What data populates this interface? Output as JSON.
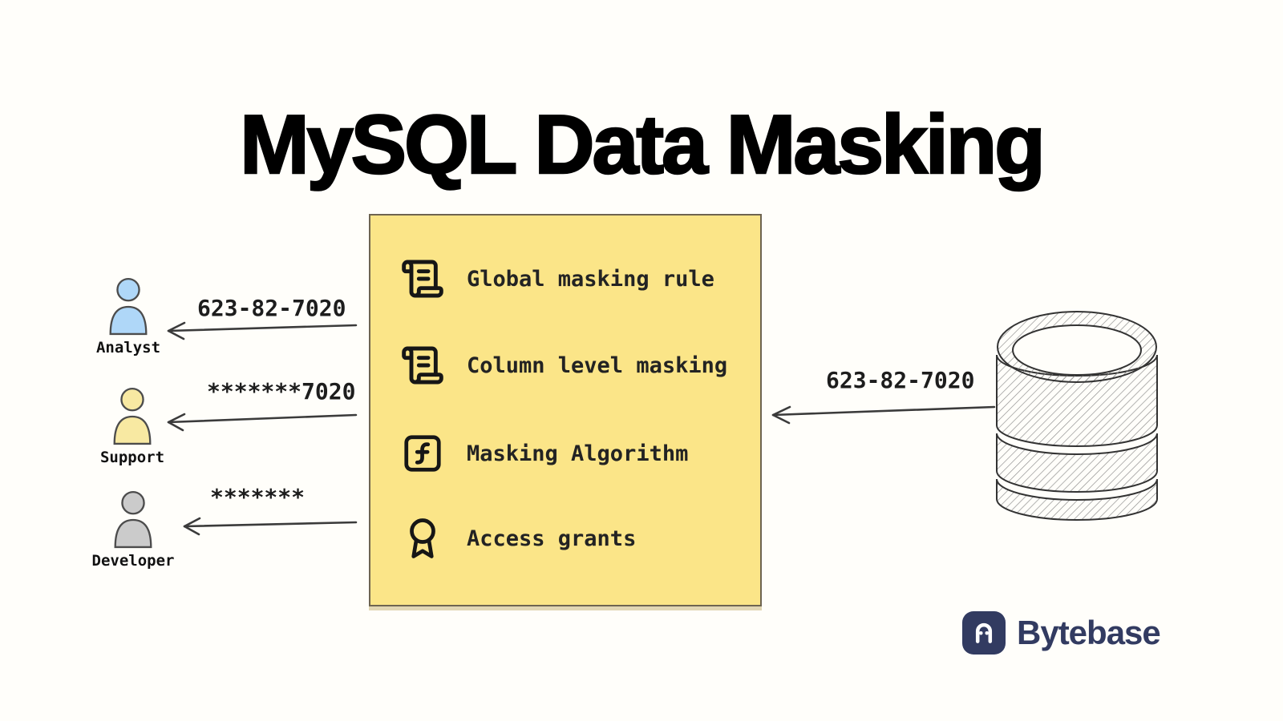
{
  "title": "MySQL Data Masking",
  "panel": {
    "bg_color": "#FBE588",
    "items": [
      {
        "icon": "scroll-text-icon",
        "label": "Global masking rule"
      },
      {
        "icon": "scroll-text-icon",
        "label": "Column level masking"
      },
      {
        "icon": "function-square-icon",
        "label": "Masking Algorithm"
      },
      {
        "icon": "award-ribbon-icon",
        "label": "Access grants"
      }
    ]
  },
  "actors": [
    {
      "name": "Analyst",
      "masked_value": "623-82-7020",
      "fill": "#AFD7F8"
    },
    {
      "name": "Support",
      "masked_value": "*******7020",
      "fill": "#F8E9A2"
    },
    {
      "name": "Developer",
      "masked_value": "*******",
      "fill": "#CBCBCB"
    }
  ],
  "database": {
    "icon": "database-cylinder-icon",
    "label": "623-82-7020"
  },
  "brand": {
    "name": "Bytebase",
    "color": "#323B61"
  }
}
